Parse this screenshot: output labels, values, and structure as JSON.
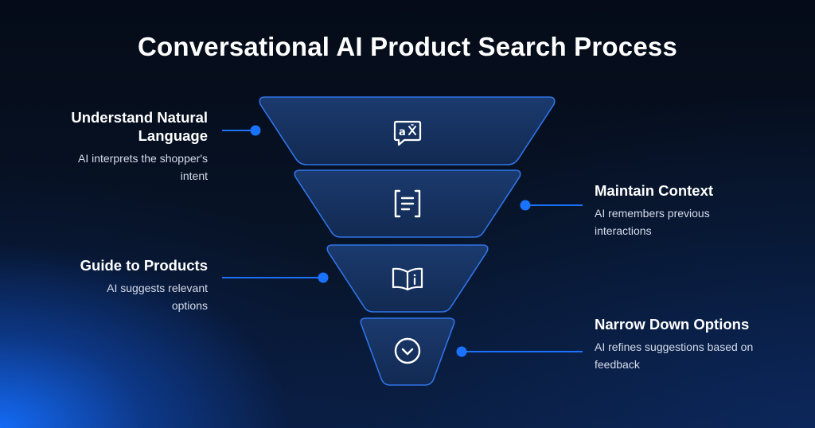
{
  "title": "Conversational AI Product Search Process",
  "steps": [
    {
      "heading": "Understand Natural Language",
      "description": "AI interprets the shopper's intent",
      "icon": "translate-icon",
      "side": "left"
    },
    {
      "heading": "Maintain Context",
      "description": "AI remembers previous interactions",
      "icon": "document-text-icon",
      "side": "right"
    },
    {
      "heading": "Guide to Products",
      "description": "AI suggests relevant options",
      "icon": "book-info-icon",
      "side": "left"
    },
    {
      "heading": "Narrow Down Options",
      "description": "AI refines suggestions based on feedback",
      "icon": "chevron-down-circle-icon",
      "side": "right"
    }
  ],
  "colors": {
    "accent": "#1a73ff",
    "segment_fill": "#16305c",
    "segment_stroke": "#2f74e8",
    "connector": "#1a73ff"
  }
}
